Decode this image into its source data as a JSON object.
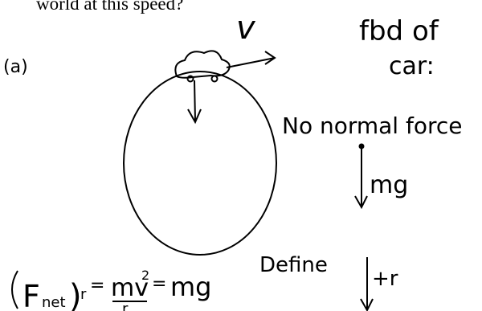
{
  "question_fragment": "world at this speed?",
  "part_label": "(a)",
  "velocity_label": "v",
  "fbd_heading": "fbd of car:",
  "no_normal_force": "No normal force",
  "weight_label": "mg",
  "define_label": "Define",
  "radial_positive": "+r",
  "equation": {
    "lhs": "(F",
    "lhs_sub": "net",
    "lhs_close": ")",
    "lhs_sub2": "r",
    "eq1": "=",
    "numerator": "mv",
    "exponent": "2",
    "denominator": "r",
    "eq2": "=",
    "rhs": "mg"
  }
}
